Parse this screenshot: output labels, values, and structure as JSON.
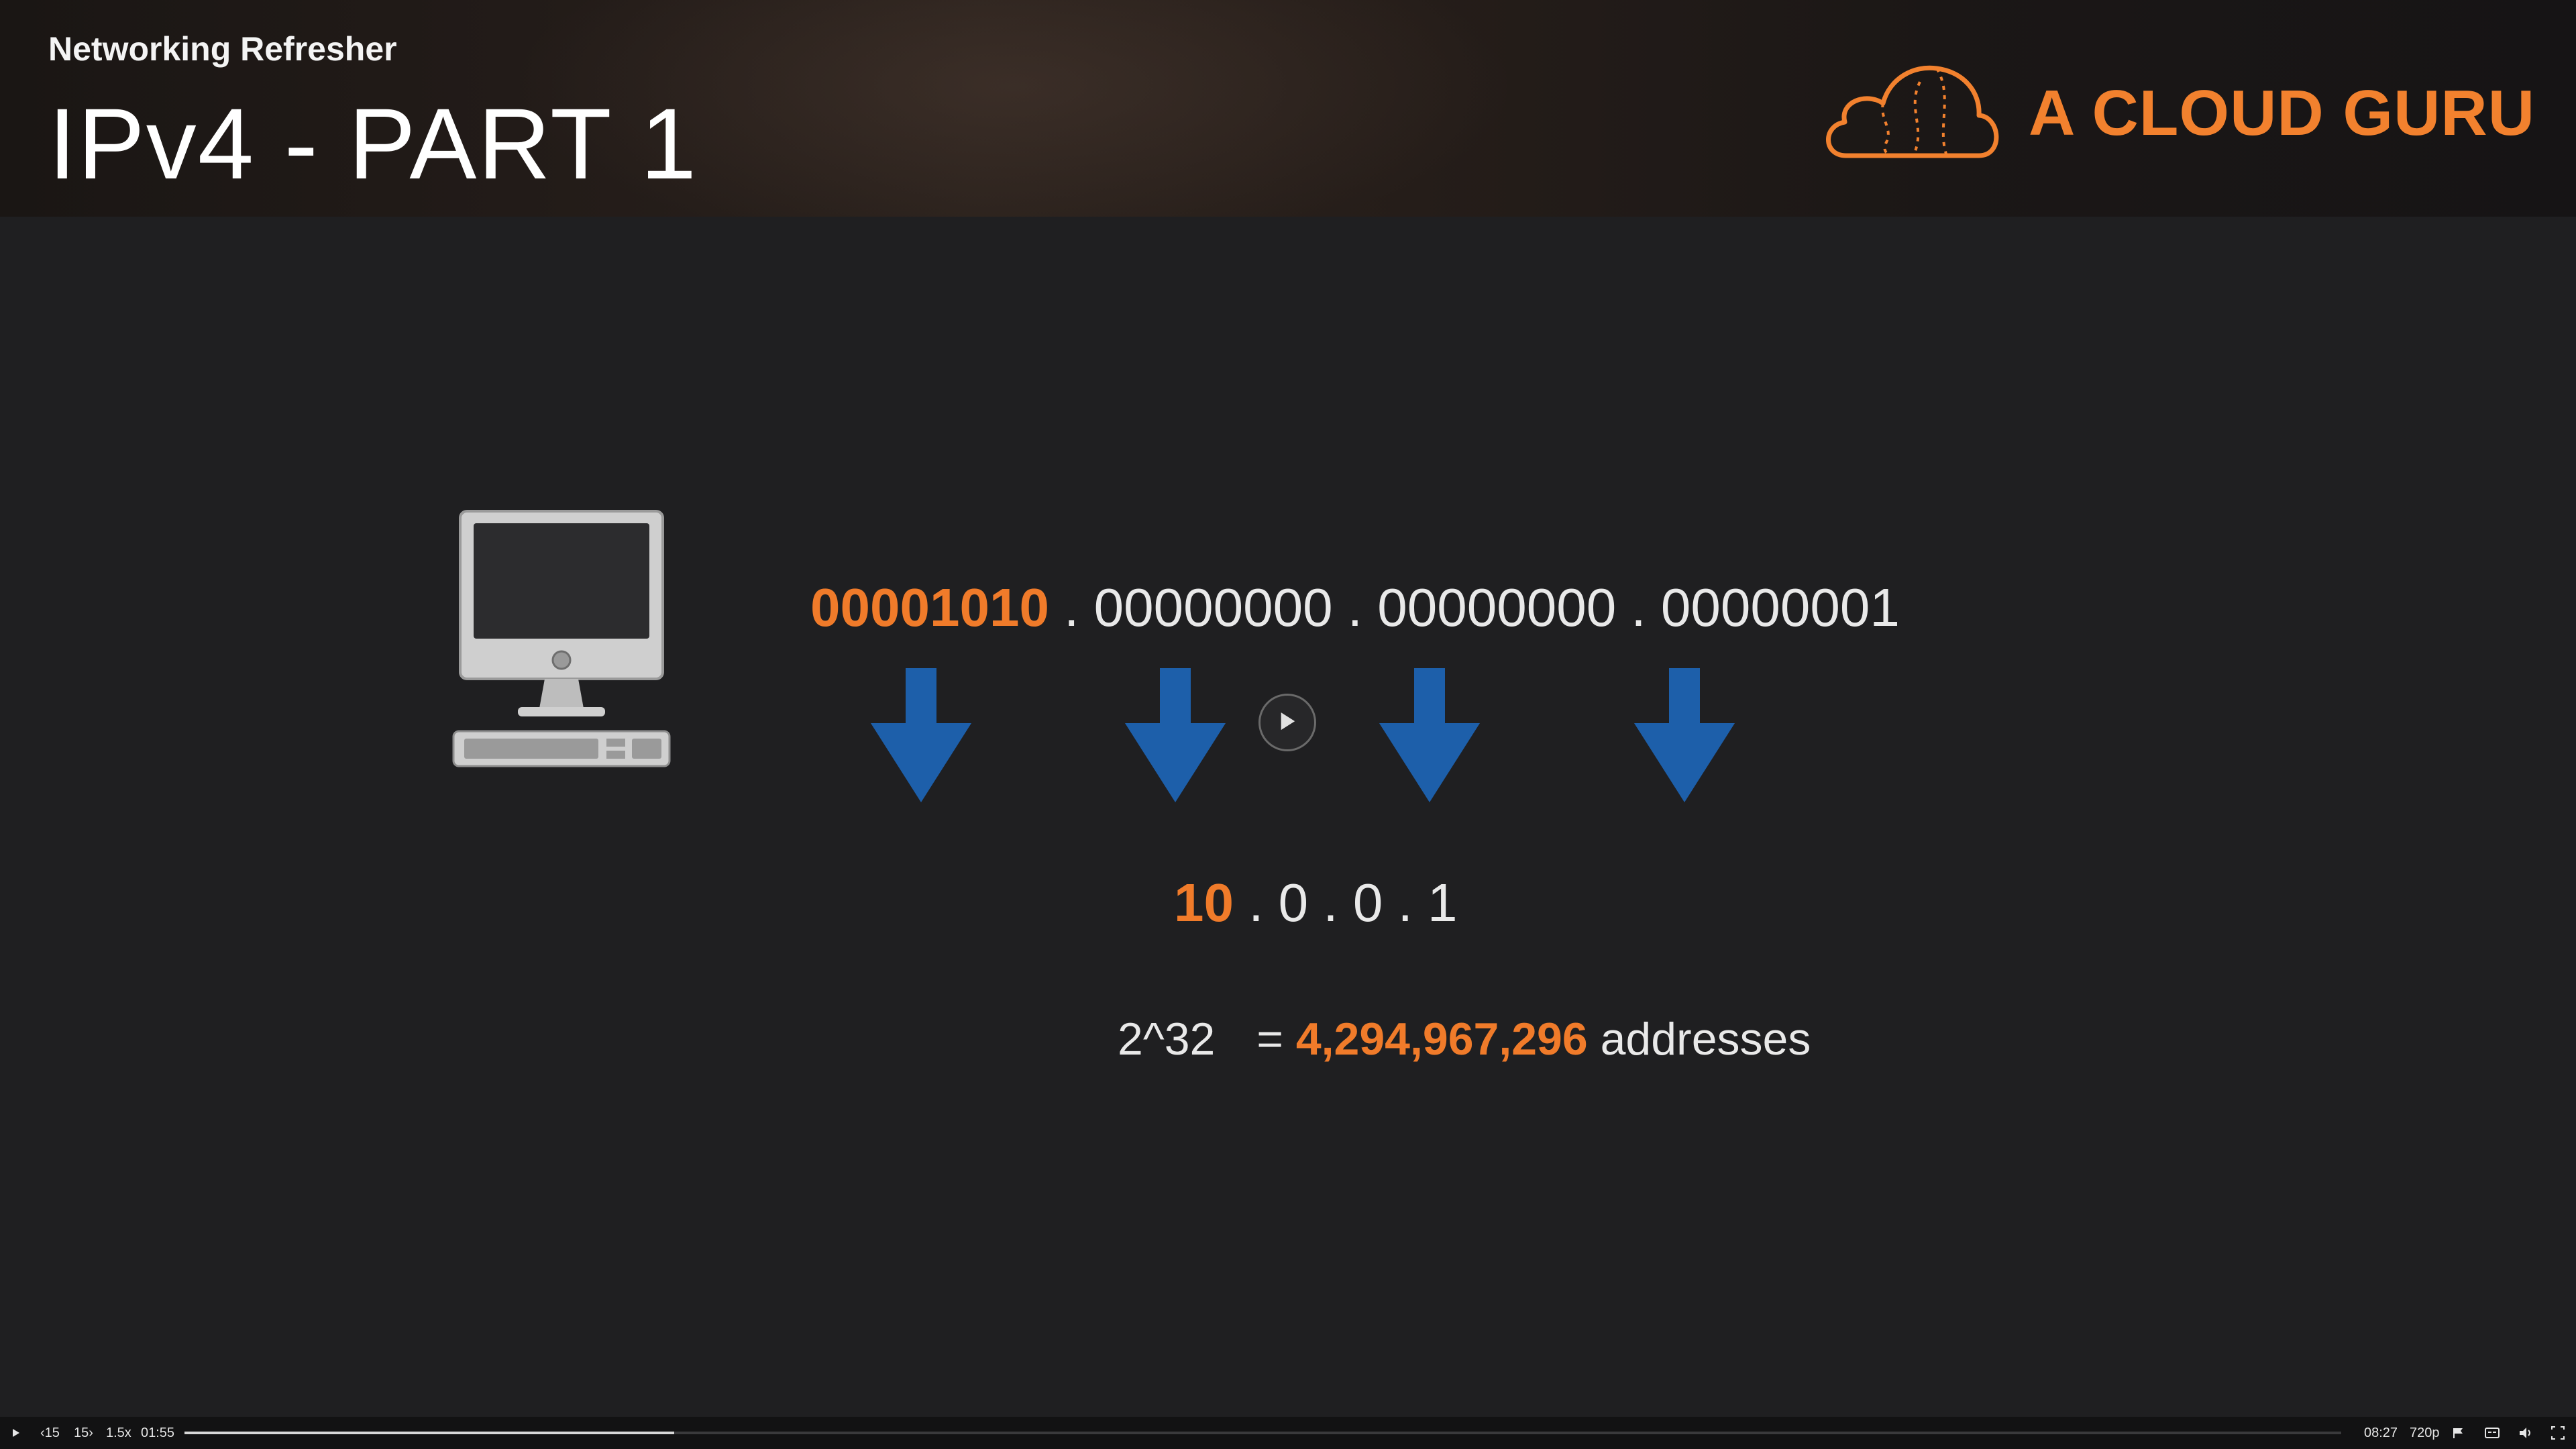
{
  "header": {
    "subtitle": "Networking Refresher",
    "title": "IPv4 - PART 1",
    "brand_name": "A CLOUD GURU",
    "brand_color": "#f2812e"
  },
  "slide": {
    "binary": {
      "octet1": "00001010",
      "sep1": " . ",
      "octet2": "00000000",
      "sep2": " . ",
      "octet3": "00000000",
      "sep3": " . ",
      "octet4": "00000001"
    },
    "decimal": {
      "octet1": "10",
      "sep1": " . ",
      "octet2": "0",
      "sep2": " . ",
      "octet3": "0",
      "sep3": " . ",
      "octet4": "1"
    },
    "equation": {
      "lhs": "2^32",
      "eq": "=",
      "value": "4,294,967,296",
      "unit": "addresses"
    },
    "icons": [
      "computer-icon",
      "down-arrow-icon",
      "play-icon"
    ],
    "colors": {
      "accent": "#f07b2a",
      "arrow": "#1d5faa"
    }
  },
  "player": {
    "rewind_label": "15",
    "forward_label": "15",
    "speed": "1.5x",
    "current_time": "01:55",
    "duration": "08:27",
    "quality": "720p",
    "progress": 0.227
  }
}
